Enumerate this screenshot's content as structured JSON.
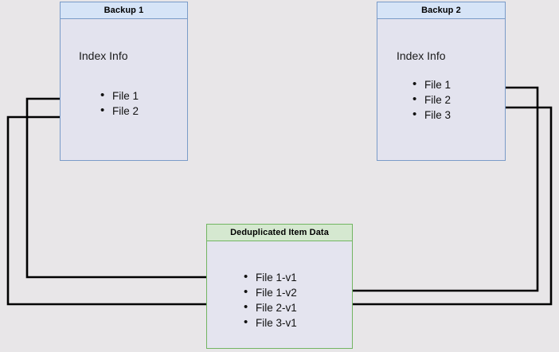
{
  "diagram": {
    "title_semantic": "backup-deduplication-diagram",
    "background_color": "#e8e6e8",
    "blue_border_color": "#7a9bc8",
    "blue_header_color": "#d6e4f7",
    "green_border_color": "#72b562",
    "green_header_color": "#d5e8d0",
    "body_fill_color": "#e3e3ee",
    "edge_color": "#000000"
  },
  "boxes": {
    "backup1": {
      "title": "Backup 1",
      "subtitle": "Index Info",
      "items": [
        "File 1",
        "File 2"
      ]
    },
    "backup2": {
      "title": "Backup 2",
      "subtitle": "Index Info",
      "items": [
        "File 1",
        "File 2",
        "File 3"
      ]
    },
    "dedup": {
      "title": "Deduplicated Item Data",
      "items": [
        "File 1-v1",
        "File 1-v2",
        "File 2-v1",
        "File 3-v1"
      ]
    }
  },
  "connections": [
    {
      "from": "backup1.File 1",
      "to": "dedup.File 1-v1",
      "direction": "left-route"
    },
    {
      "from": "backup1.File 2",
      "to": "dedup.File 2-v1",
      "direction": "left-route"
    },
    {
      "from": "backup2.File 1",
      "to": "dedup.File 1-v2",
      "direction": "right-route"
    },
    {
      "from": "backup2.File 2",
      "to": "dedup.File 2-v1",
      "direction": "right-route"
    }
  ]
}
